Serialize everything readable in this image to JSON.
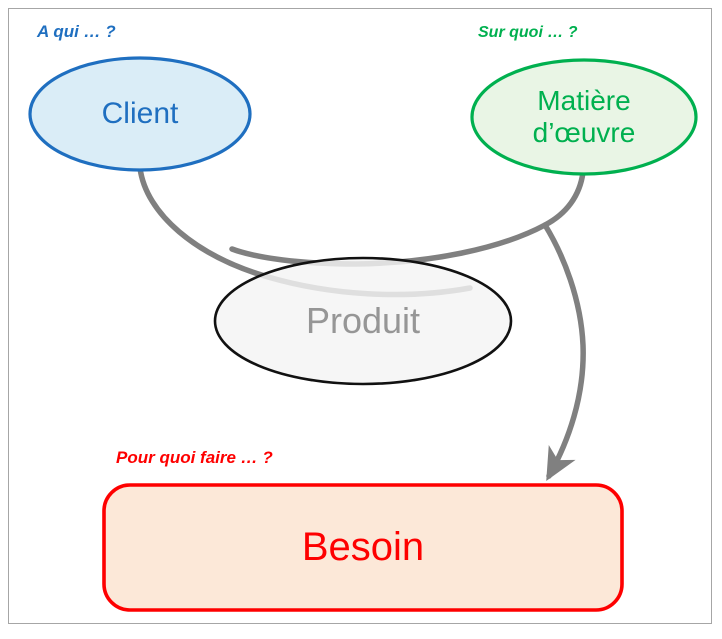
{
  "diagram": {
    "type": "concept-diagram",
    "language": "fr",
    "frame": {
      "border_color": "#a6a6a6",
      "background": "#ffffff"
    },
    "nodes": [
      {
        "id": "client",
        "label": "Client",
        "shape": "ellipse",
        "fill": "#daedf7",
        "stroke": "#1f6fc0",
        "text_color": "#1f6fc0",
        "question": "A qui … ?",
        "question_color": "#1f6fc0"
      },
      {
        "id": "matiere-doeuvre",
        "label": "Matière\nd’œuvre",
        "shape": "ellipse",
        "fill": "#e9f5e5",
        "stroke": "#00b04f",
        "text_color": "#00b04f",
        "question": "Sur quoi … ?",
        "question_color": "#00b04f"
      },
      {
        "id": "produit",
        "label": "Produit",
        "shape": "ellipse",
        "fill": "#f4f4f4",
        "stroke": "#111111",
        "text_color": "#969696",
        "question": "",
        "question_color": ""
      },
      {
        "id": "besoin",
        "label": "Besoin",
        "shape": "rounded-rect",
        "fill": "#fce8d8",
        "stroke": "#fe0000",
        "text_color": "#fe0000",
        "question": "Pour quoi faire … ?",
        "question_color": "#fe0000"
      }
    ],
    "connectors": [
      {
        "id": "client-to-produit",
        "from": "client",
        "to": "produit",
        "style": "curve",
        "color": "#808080",
        "arrowhead": false
      },
      {
        "id": "matiere-to-produit",
        "from": "matiere-doeuvre",
        "to": "produit",
        "style": "curve",
        "color": "#808080",
        "arrowhead": false
      },
      {
        "id": "matiere-to-besoin",
        "from": "matiere-doeuvre",
        "to": "besoin",
        "style": "curve",
        "color": "#808080",
        "arrowhead": true
      }
    ]
  }
}
